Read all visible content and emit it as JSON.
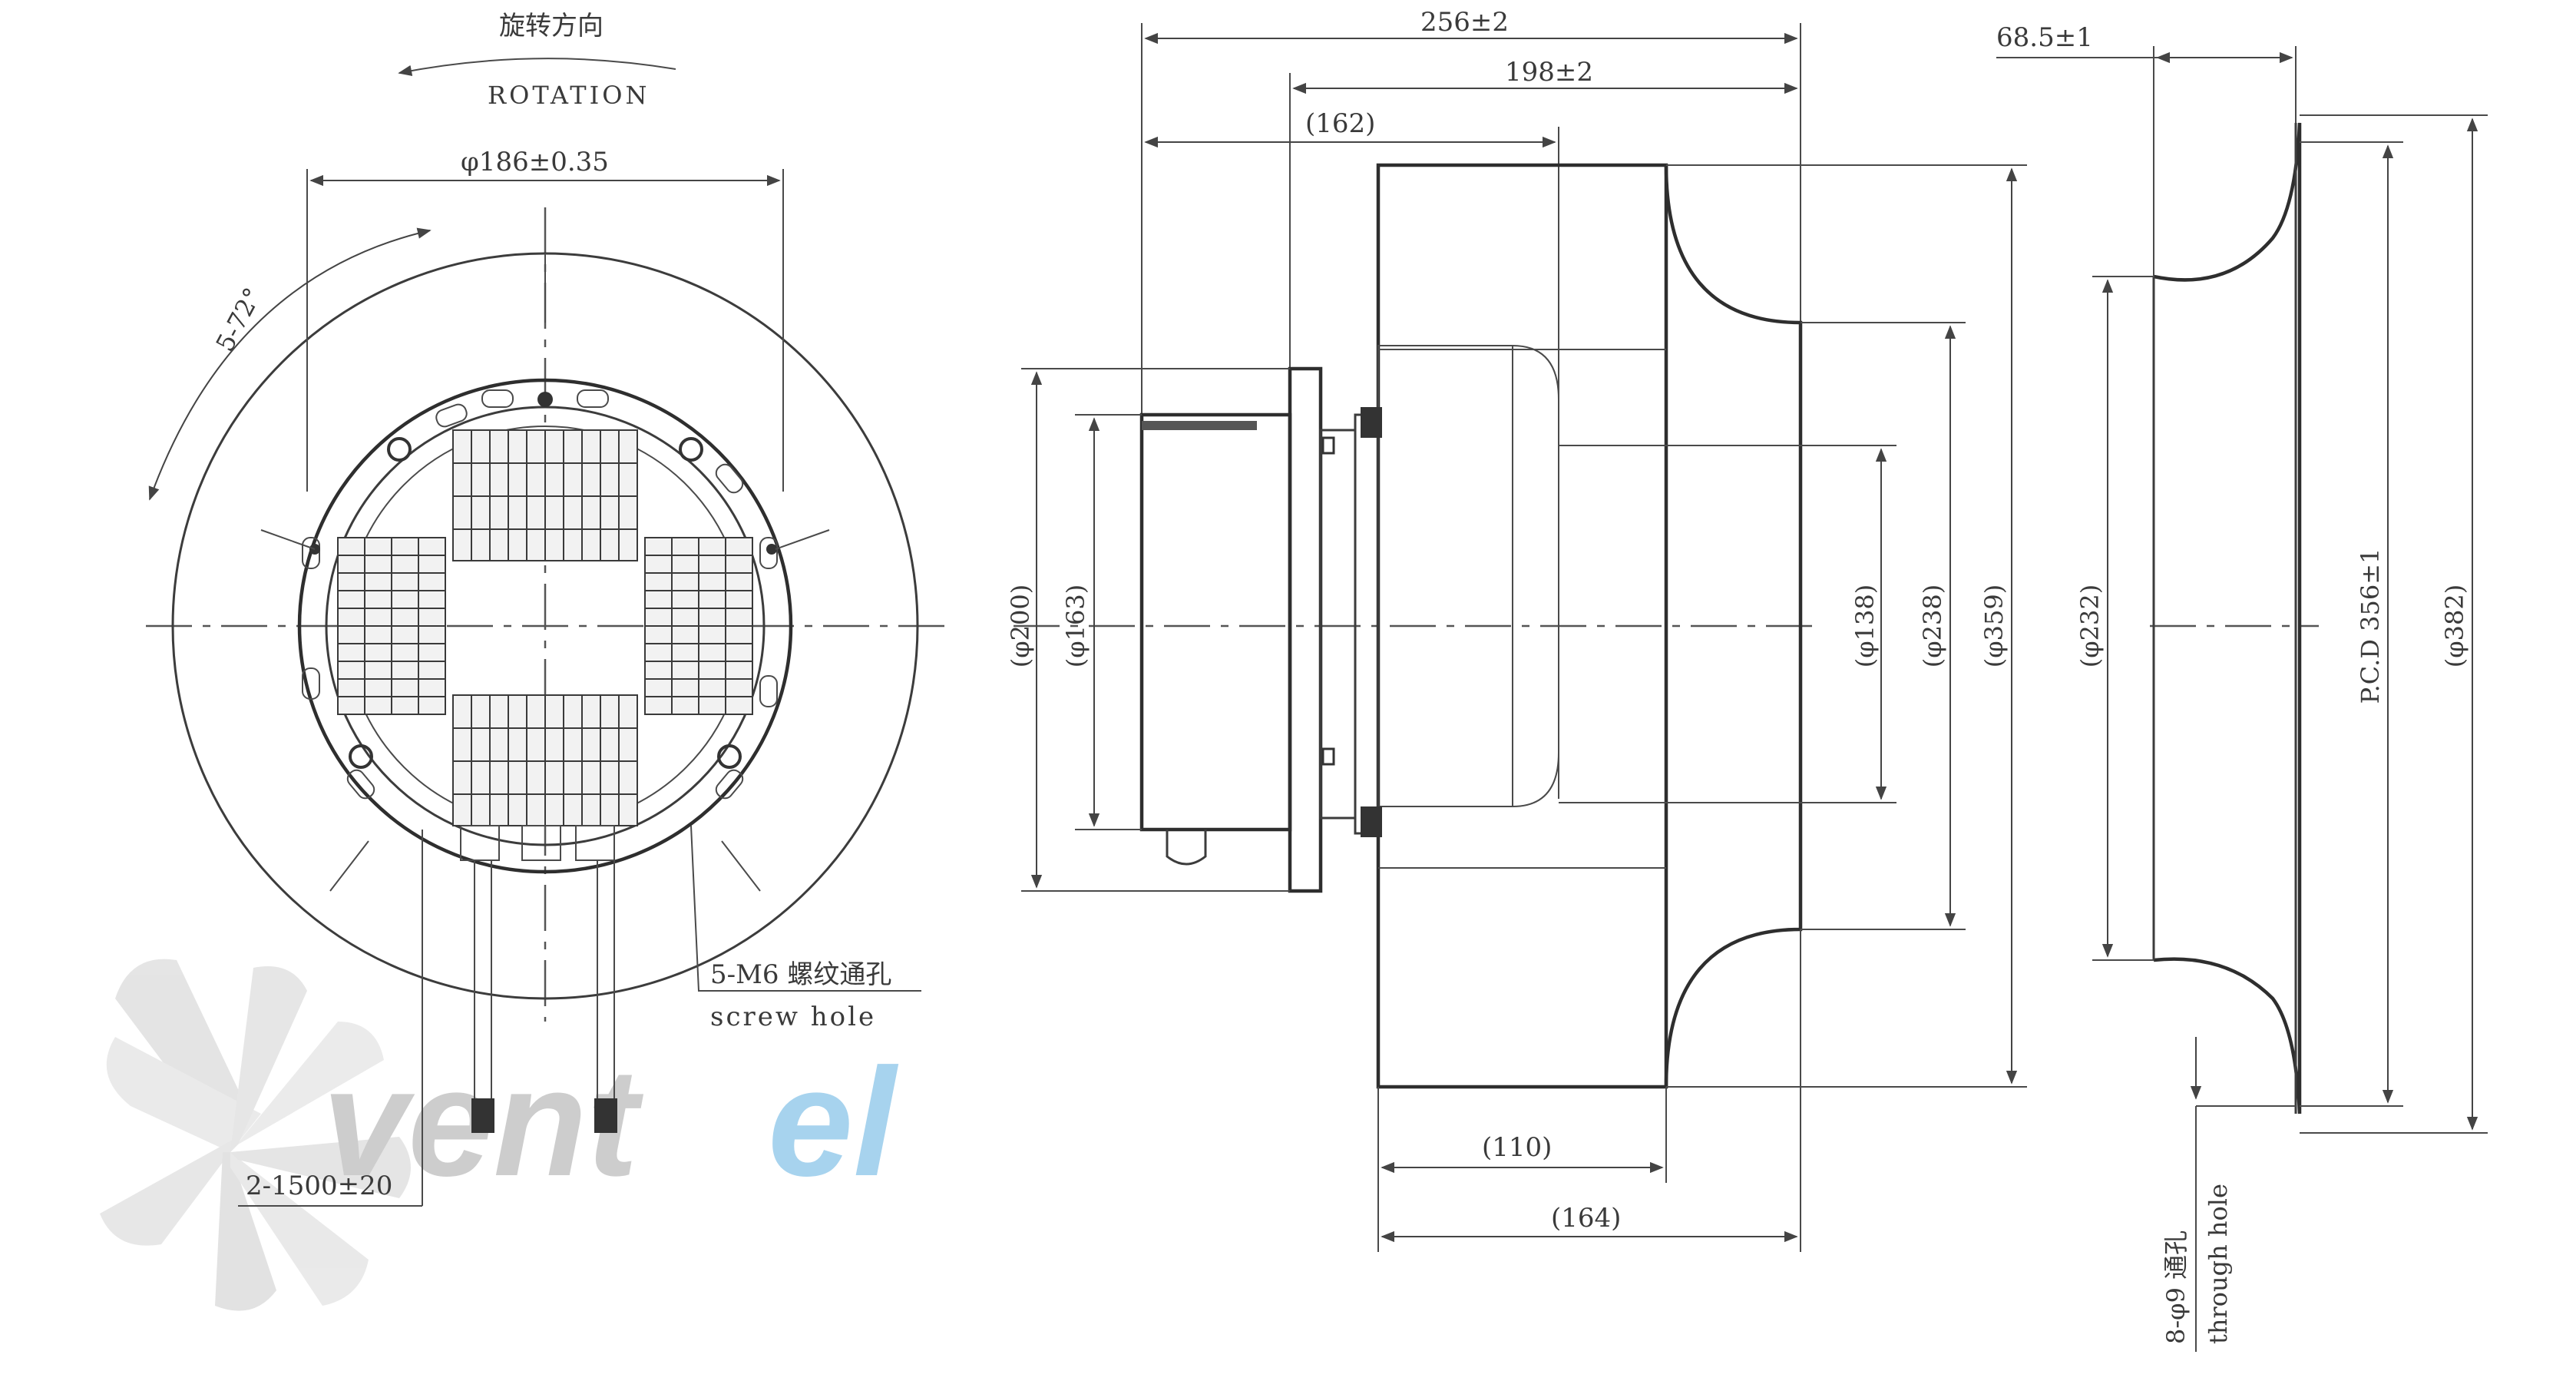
{
  "brand": {
    "name": "vent",
    "accent": "el",
    "mark_color": "#c9c9c9",
    "accent_color": "#a7d3ee"
  },
  "front_view": {
    "rotation_cn": "旋转方向",
    "rotation_en": "ROTATION",
    "diameter": "φ186±0.35",
    "angle": "5-72°",
    "screw_hole_cn": "5-M6 螺纹通孔",
    "screw_hole_en": "screw hole",
    "cable": "2-1500±20"
  },
  "side_view": {
    "overall_length": "256±2",
    "length_198": "198±2",
    "length_162": "(162)",
    "dia_200": "(φ200)",
    "dia_163": "(φ163)",
    "dia_138": "(φ138)",
    "dia_238": "(φ238)",
    "dia_359": "(φ359)",
    "length_110": "(110)",
    "length_164": "(164)"
  },
  "inlet_view": {
    "depth": "68.5±1",
    "dia_232": "(φ232)",
    "pcd": "P.C.D 356±1",
    "dia_382": "(φ382)",
    "through_hole_cn": "8-φ9 通孔",
    "through_hole_en": "through hole"
  }
}
